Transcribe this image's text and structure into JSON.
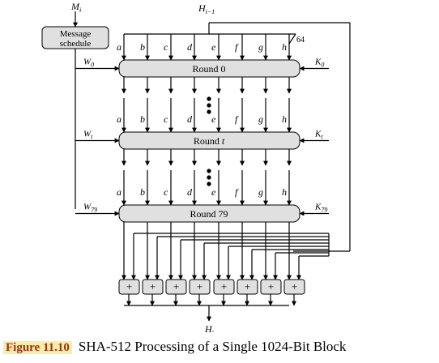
{
  "diagram": {
    "input_top": "M",
    "input_top_sub": "i",
    "hash_in": "H",
    "hash_in_sub": "i−1",
    "schedule_line1": "Message",
    "schedule_line2": "schedule",
    "bus_width": "64",
    "output": "H",
    "output_sub": "i",
    "register_labels": [
      "a",
      "b",
      "c",
      "d",
      "e",
      "f",
      "g",
      "h"
    ],
    "rounds": [
      {
        "label": "Round 0",
        "label_main": "Round 0",
        "label_italic": "",
        "w": "W",
        "w_sub": "0",
        "k": "K",
        "k_sub": "0"
      },
      {
        "label": "Round t",
        "label_main": "Round ",
        "label_italic": "t",
        "w": "W",
        "w_sub": "t",
        "k": "K",
        "k_sub": "t"
      },
      {
        "label": "Round 79",
        "label_main": "Round 79",
        "label_italic": "",
        "w": "W",
        "w_sub": "79",
        "k": "K",
        "k_sub": "79"
      }
    ],
    "adder_symbol": "+",
    "adder_count": 8
  },
  "caption": {
    "label": "Figure 11.10",
    "title": "SHA-512 Processing of a Single 1024-Bit Block"
  },
  "colors": {
    "box_fill": "#e0e0e0",
    "line": "#000000",
    "caption_highlight": "#f7eea7",
    "caption_label": "#a0301a"
  }
}
